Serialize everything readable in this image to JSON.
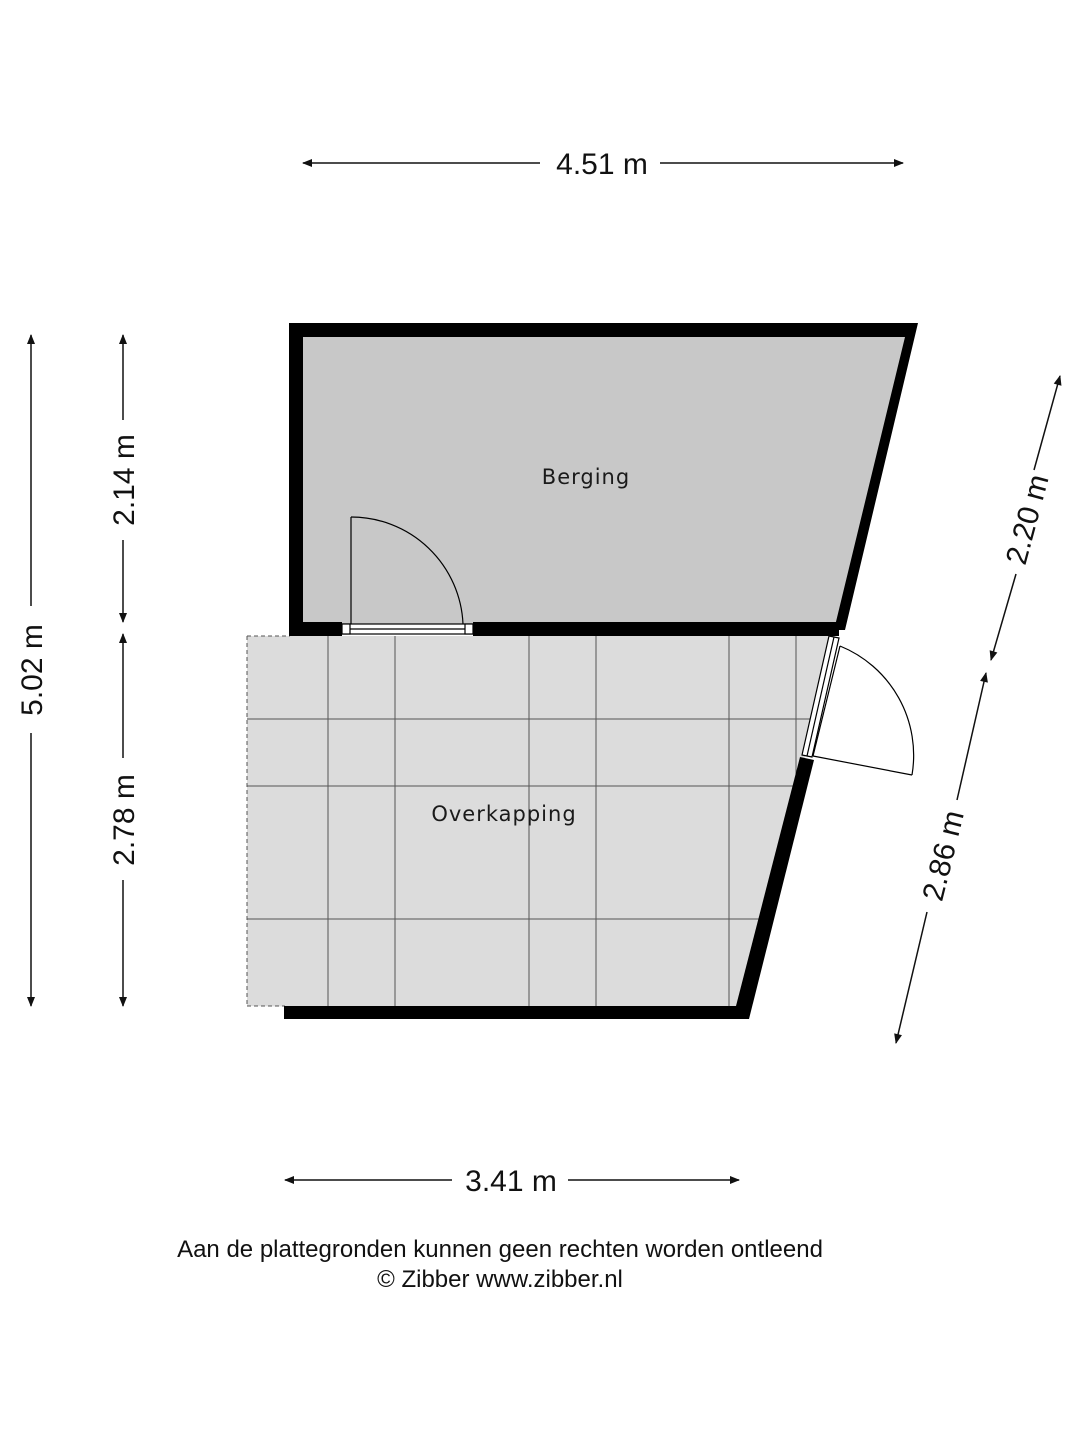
{
  "rooms": {
    "berging": "Berging",
    "overkapping": "Overkapping"
  },
  "dimensions": {
    "top_width": "4.51 m",
    "bottom_width": "3.41 m",
    "total_height": "5.02 m",
    "berging_height": "2.14 m",
    "overkapping_height": "2.78 m",
    "right_upper": "2.20 m",
    "right_lower": "2.86 m"
  },
  "footer": {
    "disclaimer": "Aan de plattegronden kunnen geen rechten worden ontleend",
    "copyright": "© Zibber www.zibber.nl"
  },
  "colors": {
    "berging_fill": "#c8c8c8",
    "overkapping_fill": "#dcdcdc",
    "wall": "#000000",
    "tile_line": "#555555"
  }
}
